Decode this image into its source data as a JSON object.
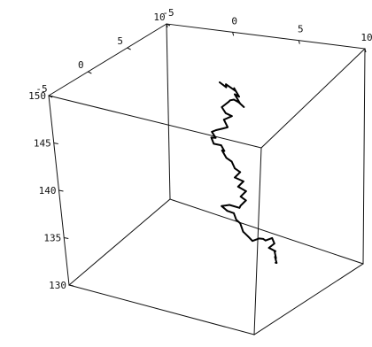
{
  "chart_data": {
    "type": "line",
    "projection": "3d",
    "box_visible": true,
    "grid": false,
    "legend": "none",
    "colors": {
      "background": "#ffffff",
      "box_edges": "#111111",
      "trace": "#000000"
    },
    "axes": {
      "x": {
        "range": [
          -5,
          10
        ],
        "ticks": [
          {
            "value": -5,
            "label": "-5"
          },
          {
            "value": 0,
            "label": "0"
          },
          {
            "value": 5,
            "label": "5"
          },
          {
            "value": 10,
            "label": "10"
          }
        ]
      },
      "y": {
        "range": [
          -5,
          10
        ],
        "ticks": [
          {
            "value": -5,
            "label": "-5"
          },
          {
            "value": 0,
            "label": "0"
          },
          {
            "value": 5,
            "label": "5"
          },
          {
            "value": 10,
            "label": "10"
          }
        ]
      },
      "z": {
        "range": [
          130,
          150
        ],
        "ticks": [
          {
            "value": 130,
            "label": "130"
          },
          {
            "value": 135,
            "label": "135"
          },
          {
            "value": 140,
            "label": "140"
          },
          {
            "value": 145,
            "label": "145"
          },
          {
            "value": 150,
            "label": "150"
          }
        ]
      }
    },
    "series": [
      {
        "style": "random-walk",
        "points": [
          [
            1.8,
            5.0,
            148.0
          ],
          [
            2.5,
            4.6,
            147.9
          ],
          [
            2.1,
            5.3,
            147.7
          ],
          [
            3.0,
            4.9,
            147.5
          ],
          [
            2.6,
            5.5,
            147.3
          ],
          [
            3.4,
            4.7,
            147.1
          ],
          [
            2.8,
            5.2,
            146.9
          ],
          [
            3.6,
            4.4,
            146.7
          ],
          [
            3.1,
            5.0,
            146.4
          ],
          [
            3.8,
            4.6,
            146.2
          ],
          [
            3.0,
            5.4,
            146.0
          ],
          [
            2.4,
            5.8,
            145.9
          ],
          [
            2.0,
            6.0,
            145.6
          ],
          [
            1.8,
            6.2,
            145.3
          ],
          [
            1.5,
            6.0,
            144.9
          ],
          [
            1.2,
            6.3,
            144.5
          ],
          [
            1.6,
            6.1,
            144.1
          ],
          [
            1.9,
            6.4,
            143.7
          ],
          [
            1.4,
            6.2,
            143.3
          ],
          [
            1.9,
            5.8,
            142.9
          ],
          [
            1.6,
            6.3,
            142.5
          ],
          [
            1.0,
            6.6,
            142.0
          ],
          [
            0.4,
            6.9,
            141.5
          ],
          [
            -0.1,
            7.2,
            141.0
          ],
          [
            0.3,
            7.0,
            140.6
          ],
          [
            -0.2,
            7.3,
            140.3
          ],
          [
            0.2,
            6.9,
            140.0
          ],
          [
            0.6,
            7.2,
            139.8
          ],
          [
            1.0,
            6.9,
            139.5
          ],
          [
            0.6,
            7.3,
            139.2
          ],
          [
            1.2,
            6.8,
            138.9
          ],
          [
            1.5,
            7.0,
            138.5
          ],
          [
            1.9,
            6.7,
            138.1
          ],
          [
            2.2,
            6.9,
            137.7
          ],
          [
            2.0,
            6.5,
            137.3
          ],
          [
            2.5,
            6.8,
            136.9
          ],
          [
            2.3,
            6.4,
            136.5
          ],
          [
            2.8,
            6.6,
            136.1
          ],
          [
            2.6,
            6.2,
            135.7
          ],
          [
            2.9,
            6.4,
            135.3
          ],
          [
            2.7,
            6.0,
            134.9
          ],
          [
            2.5,
            6.2,
            134.5
          ],
          [
            1.5,
            6.6,
            134.2
          ],
          [
            1.0,
            6.4,
            134.0
          ],
          [
            1.6,
            6.1,
            133.9
          ],
          [
            2.0,
            6.3,
            133.7
          ],
          [
            2.4,
            5.9,
            133.4
          ],
          [
            2.6,
            6.1,
            133.0
          ],
          [
            3.1,
            5.6,
            132.6
          ],
          [
            3.6,
            5.4,
            132.4
          ],
          [
            4.1,
            5.1,
            132.3
          ],
          [
            4.5,
            5.3,
            132.6
          ],
          [
            5.0,
            5.0,
            132.9
          ],
          [
            5.4,
            4.6,
            133.1
          ],
          [
            5.8,
            4.8,
            133.4
          ],
          [
            6.2,
            4.4,
            133.2
          ],
          [
            6.0,
            4.0,
            132.9
          ],
          [
            6.4,
            4.2,
            132.6
          ],
          [
            6.1,
            4.6,
            132.3
          ],
          [
            6.5,
            4.1,
            132.0
          ],
          [
            6.2,
            4.5,
            131.8
          ],
          [
            6.6,
            4.0,
            131.6
          ],
          [
            6.3,
            4.4,
            131.3
          ]
        ]
      }
    ]
  }
}
